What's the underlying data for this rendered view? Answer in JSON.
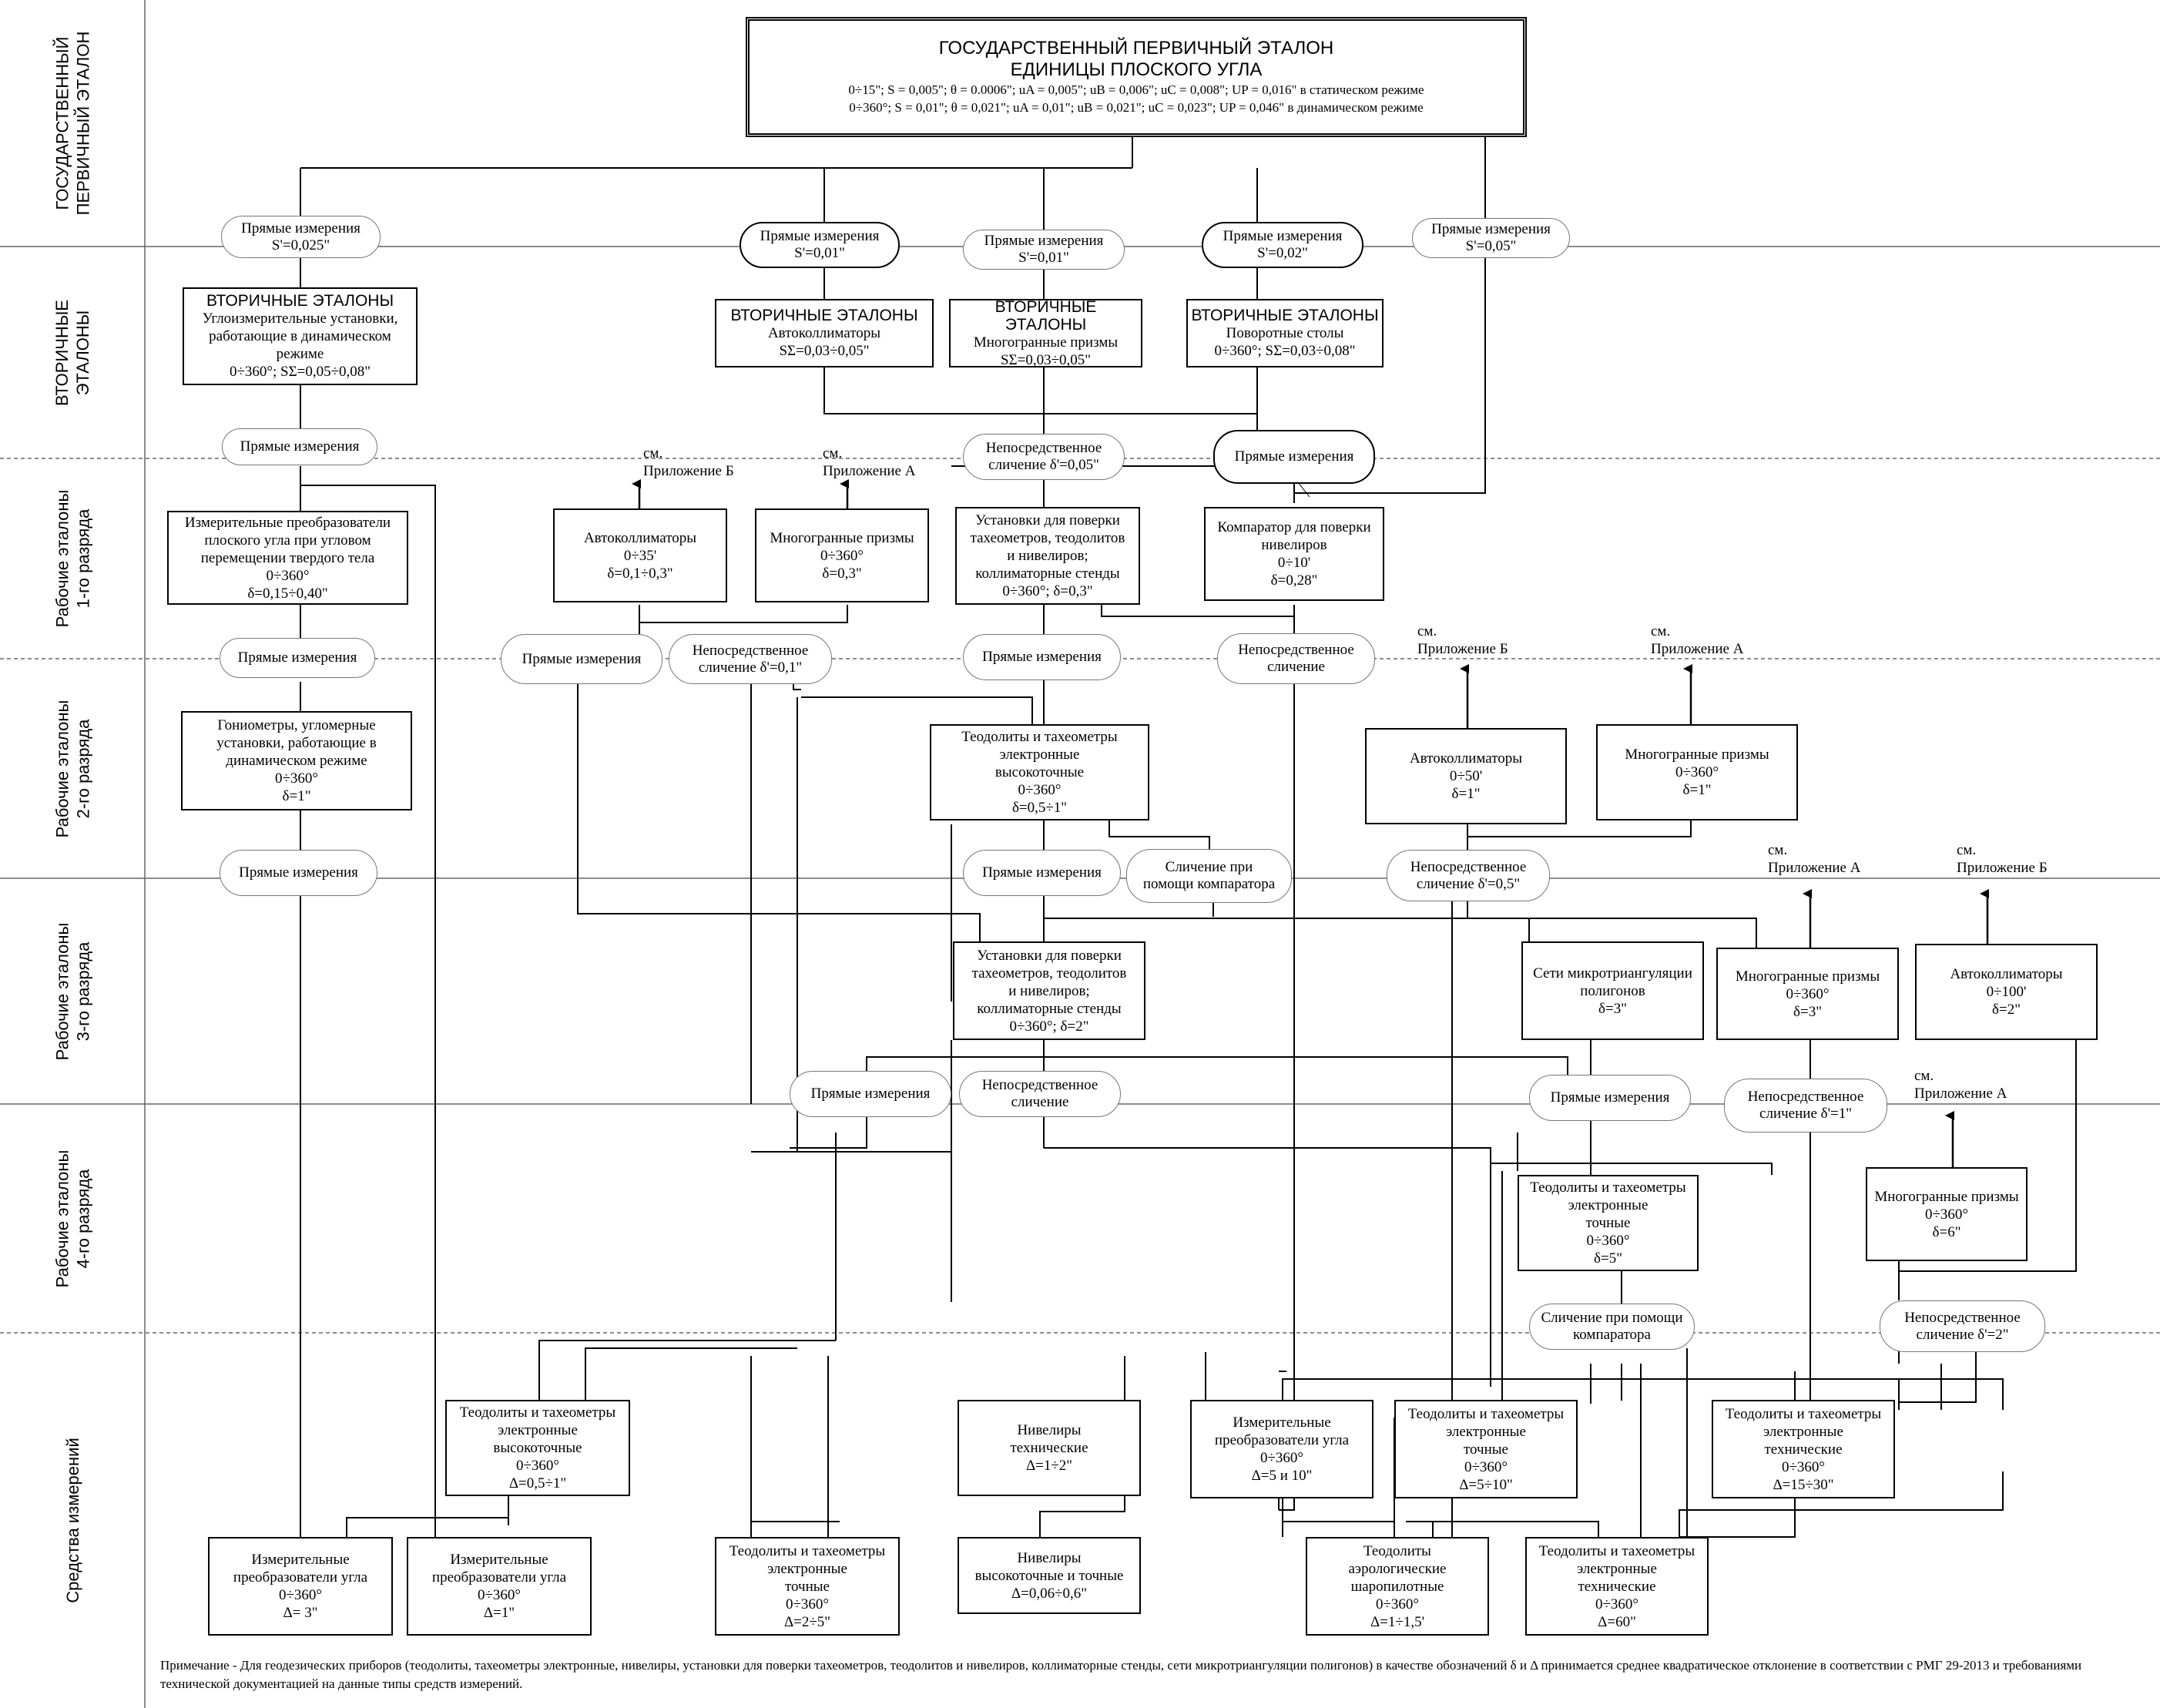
{
  "bands": [
    {
      "id": "state",
      "lines": [
        "ГОСУДАРСТВЕННЫЙ",
        "ПЕРВИЧНЫЙ ЭТАЛОН"
      ]
    },
    {
      "id": "secondary",
      "lines": [
        "ВТОРИЧНЫЕ",
        "ЭТАЛОНЫ"
      ]
    },
    {
      "id": "r1",
      "lines": [
        "Рабочие эталоны",
        "1-го разряда"
      ]
    },
    {
      "id": "r2",
      "lines": [
        "Рабочие эталоны",
        "2-го разряда"
      ]
    },
    {
      "id": "r3",
      "lines": [
        "Рабочие эталоны",
        "3-го разряда"
      ]
    },
    {
      "id": "r4",
      "lines": [
        "Рабочие эталоны",
        "4-го разряда"
      ]
    },
    {
      "id": "si",
      "lines": [
        "Средства измерений"
      ]
    }
  ],
  "primary": {
    "title1": "ГОСУДАРСТВЕННЫЙ ПЕРВИЧНЫЙ ЭТАЛОН",
    "title2": "ЕДИНИЦЫ ПЛОСКОГО УГЛА",
    "param1": "0÷15\"; S = 0,005\"; θ = 0.0006\"; uA = 0,005\"; uB = 0,006\"; uC = 0,008\"; UP = 0,016\" в статическом режиме",
    "param2": "0÷360°; S = 0,01\"; θ = 0,021\"; uA = 0,01\"; uB = 0,021\"; uC = 0,023\"; UP = 0,046\" в динамическом режиме"
  },
  "boxes": {
    "s1": [
      "ВТОРИЧНЫЕ ЭТАЛОНЫ",
      "Углоизмерительные установки,",
      "работающие в динамическом",
      "режиме",
      "0÷360°; SΣ=0,05÷0,08\""
    ],
    "s2": [
      "ВТОРИЧНЫЕ ЭТАЛОНЫ",
      "Автоколлиматоры",
      "SΣ=0,03÷0,05\""
    ],
    "s3": [
      "ВТОРИЧНЫЕ ЭТАЛОНЫ",
      "Многогранные призмы",
      "SΣ=0,03÷0,05\""
    ],
    "s4": [
      "ВТОРИЧНЫЕ ЭТАЛОНЫ",
      "Поворотные столы",
      "0÷360°; SΣ=0,03÷0,08\""
    ],
    "r1a": [
      "Измерительные преобразователи",
      "плоского угла при угловом",
      "перемещении твердого тела",
      "0÷360°",
      "δ=0,15÷0,40\""
    ],
    "r1b": [
      "Автоколлиматоры",
      "0÷35'",
      "δ=0,1÷0,3\""
    ],
    "r1c": [
      "Многогранные призмы",
      "0÷360°",
      "δ=0,3\""
    ],
    "r1d": [
      "Установки для поверки",
      "тахеометров, теодолитов",
      "и нивелиров;",
      "коллиматорные стенды",
      "0÷360°; δ=0,3\""
    ],
    "r1e": [
      "Компаратор для поверки",
      "нивелиров",
      "0÷10'",
      "δ=0,28\""
    ],
    "r2a": [
      "Гониометры, угломерные",
      "установки, работающие в",
      "динамическом режиме",
      "0÷360°",
      "δ=1\""
    ],
    "r2b": [
      "Теодолиты и тахеометры",
      "электронные",
      "высокоточные",
      "0÷360°",
      "δ=0,5÷1\""
    ],
    "r2c": [
      "Автоколлиматоры",
      "0÷50'",
      "δ=1\""
    ],
    "r2d": [
      "Многогранные призмы",
      "0÷360°",
      "δ=1\""
    ],
    "r3a": [
      "Установки для поверки",
      "тахеометров, теодолитов",
      "и нивелиров;",
      "коллиматорные стенды",
      "0÷360°; δ=2\""
    ],
    "r3b": [
      "Сети микротриангуляции",
      "полигонов",
      "δ=3\""
    ],
    "r3c": [
      "Многогранные призмы",
      "0÷360°",
      "δ=3\""
    ],
    "r3d": [
      "Автоколлиматоры",
      "0÷100'",
      "δ=2\""
    ],
    "r4a": [
      "Теодолиты и тахеометры",
      "электронные",
      "точные",
      "0÷360°",
      "δ=5\""
    ],
    "r4b": [
      "Многогранные призмы",
      "0÷360°",
      "δ=6\""
    ],
    "m1": [
      "Теодолиты и  тахеометры",
      "электронные",
      "высокоточные",
      "0÷360°",
      "Δ=0,5÷1\""
    ],
    "m2": [
      "Нивелиры",
      "технические",
      "Δ=1÷2\""
    ],
    "m3": [
      "Измерительные",
      "преобразователи угла",
      "0÷360°",
      "Δ=5 и 10\""
    ],
    "m4": [
      "Теодолиты и тахеометры",
      "электронные",
      "точные",
      "0÷360°",
      "Δ=5÷10\""
    ],
    "m5": [
      "Теодолиты и тахеометры",
      "электронные",
      "технические",
      "0÷360°",
      "Δ=15÷30\""
    ],
    "m6": [
      "Измерительные",
      "преобразователи угла",
      "0÷360°",
      "Δ= 3\""
    ],
    "m7": [
      "Измерительные",
      "преобразователи угла",
      "0÷360°",
      "Δ=1\""
    ],
    "m8": [
      "Теодолиты и тахеометры",
      "электронные",
      "точные",
      "0÷360°",
      "Δ=2÷5\""
    ],
    "m9": [
      "Нивелиры",
      "высокоточные и точные",
      "Δ=0,06÷0,6\""
    ],
    "m10": [
      "Теодолиты",
      "аэрологические",
      "шаропилотные",
      "0÷360°",
      "Δ=1÷1,5'"
    ],
    "m11": [
      "Теодолиты и тахеометры",
      "электронные",
      "технические",
      "0÷360°",
      "Δ=60\""
    ]
  },
  "pills": {
    "p1": [
      "Прямые измерения",
      "S'=0,025\""
    ],
    "p2": [
      "Прямые измерения",
      "S'=0,01\""
    ],
    "p3": [
      "Прямые измерения",
      "S'=0,01\""
    ],
    "p4": [
      "Прямые измерения",
      "S'=0,02\""
    ],
    "p5": [
      "Прямые измерения",
      "S'=0,05\""
    ],
    "q1": [
      "Прямые измерения"
    ],
    "q2": [
      "Непосредственное",
      "сличение δ'=0,05\""
    ],
    "q3": [
      "Прямые измерения"
    ],
    "w1": [
      "Прямые измерения"
    ],
    "w2": [
      "Прямые измерения"
    ],
    "w3": [
      "Непосредственное",
      "сличение δ'=0,1\""
    ],
    "w4": [
      "Прямые измерения"
    ],
    "w5": [
      "Непосредственное",
      "сличение"
    ],
    "e1": [
      "Прямые измерения"
    ],
    "e2": [
      "Прямые измерения"
    ],
    "e3": [
      "Сличение при",
      "помощи компаратора"
    ],
    "e4": [
      "Непосредственное",
      "сличение δ'=0,5\""
    ],
    "f1": [
      "Прямые измерения"
    ],
    "f2": [
      "Непосредственное",
      "сличение"
    ],
    "f3": [
      "Прямые измерения"
    ],
    "f4": [
      "Непосредственное",
      "сличение δ'=1\""
    ],
    "g1": [
      "Сличение при помощи",
      "компаратора"
    ],
    "g2": [
      "Непосредственное",
      "сличение δ'=2\""
    ]
  },
  "refs": {
    "ref1": [
      "см.",
      "Приложение Б"
    ],
    "ref2": [
      "см.",
      "Приложение А"
    ],
    "ref3": [
      "см.",
      "Приложение Б"
    ],
    "ref4": [
      "см.",
      "Приложение А"
    ],
    "ref5": [
      "см.",
      "Приложение А"
    ],
    "ref6": [
      "см.",
      "Приложение Б"
    ],
    "ref7": [
      "см.",
      "Приложение А"
    ]
  },
  "note": "Примечание - Для геодезических приборов (теодолиты, тахеометры электронные, нивелиры, установки для поверки тахеометров, теодолитов и нивелиров, коллиматорные стенды, сети микротриангуляции полигонов) в качестве обозначений δ и Δ принимается среднее квадратическое отклонение в соответствии с РМГ 29-2013 и требованиями технической документацией на данные типы средств измерений."
}
